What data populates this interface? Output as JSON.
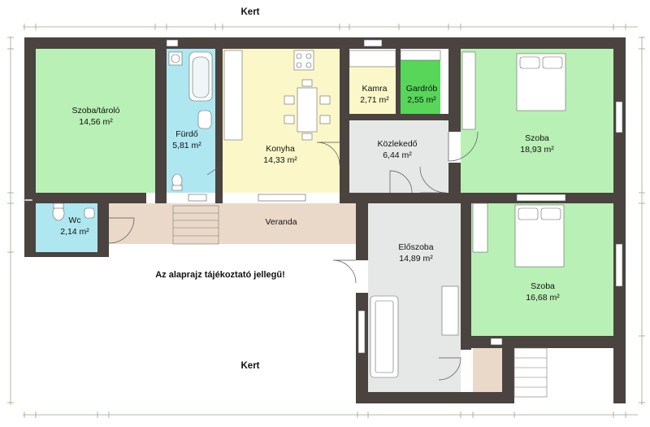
{
  "outside": {
    "top_label": "Kert",
    "bottom_label": "Kert"
  },
  "note": "Az alaprajz tájékoztató jellegű!",
  "rooms": {
    "szoba_tarolo": {
      "name": "Szoba/tároló",
      "area": "14,56 m²"
    },
    "furdo": {
      "name": "Fürdő",
      "area": "5,81 m²"
    },
    "konyha": {
      "name": "Konyha",
      "area": "14,33 m²"
    },
    "kamra": {
      "name": "Kamra",
      "area": "2,71 m²"
    },
    "gardrob": {
      "name": "Gardrób",
      "area": "2,55 m²"
    },
    "kozlekedo": {
      "name": "Közlekedő",
      "area": "6,44 m²"
    },
    "szoba1": {
      "name": "Szoba",
      "area": "18,93 m²"
    },
    "wc": {
      "name": "Wc",
      "area": "2,14 m²"
    },
    "veranda": {
      "name": "Veranda"
    },
    "eloszoba": {
      "name": "Előszoba",
      "area": "14,89 m²"
    },
    "szoba2": {
      "name": "Szoba",
      "area": "16,68 m²"
    }
  },
  "colors": {
    "wall": "#4a433f",
    "room_green": "#b9f0b5",
    "bath_blue": "#aee7f0",
    "kitchen_yellow": "#fbf7c8",
    "corridor_gray": "#e5e8e6",
    "veranda_beige": "#ead9c9",
    "gardrob_green": "#57d65a",
    "dimension_line": "#9aa88a"
  }
}
